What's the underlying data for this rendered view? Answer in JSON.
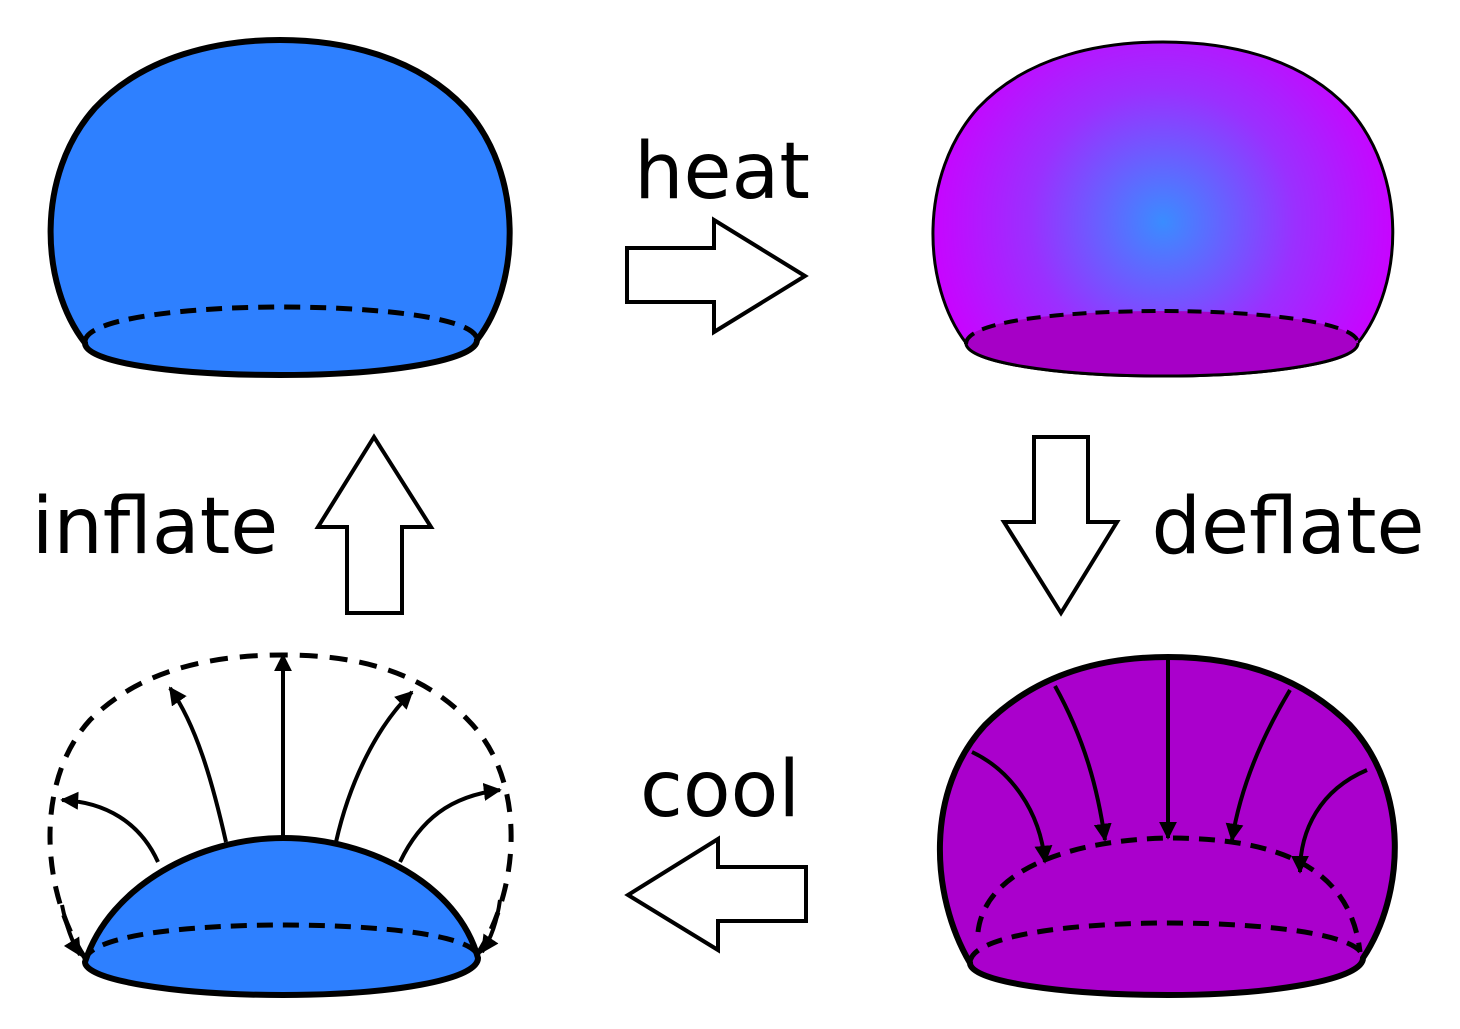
{
  "labels": {
    "heat": "heat",
    "deflate": "deflate",
    "cool": "cool",
    "inflate": "inflate"
  },
  "colors": {
    "blue": "#2e80ff",
    "magenta": "#cc00ff",
    "violet": "#aa00cc",
    "hot_center": "#3a8cff",
    "base_magenta": "#a600c6",
    "outline": "#000000",
    "arrow_fill": "#ffffff"
  },
  "icons": {
    "process_arrow": "hollow-block-arrow",
    "flow_arrow": "curved-arrow"
  }
}
